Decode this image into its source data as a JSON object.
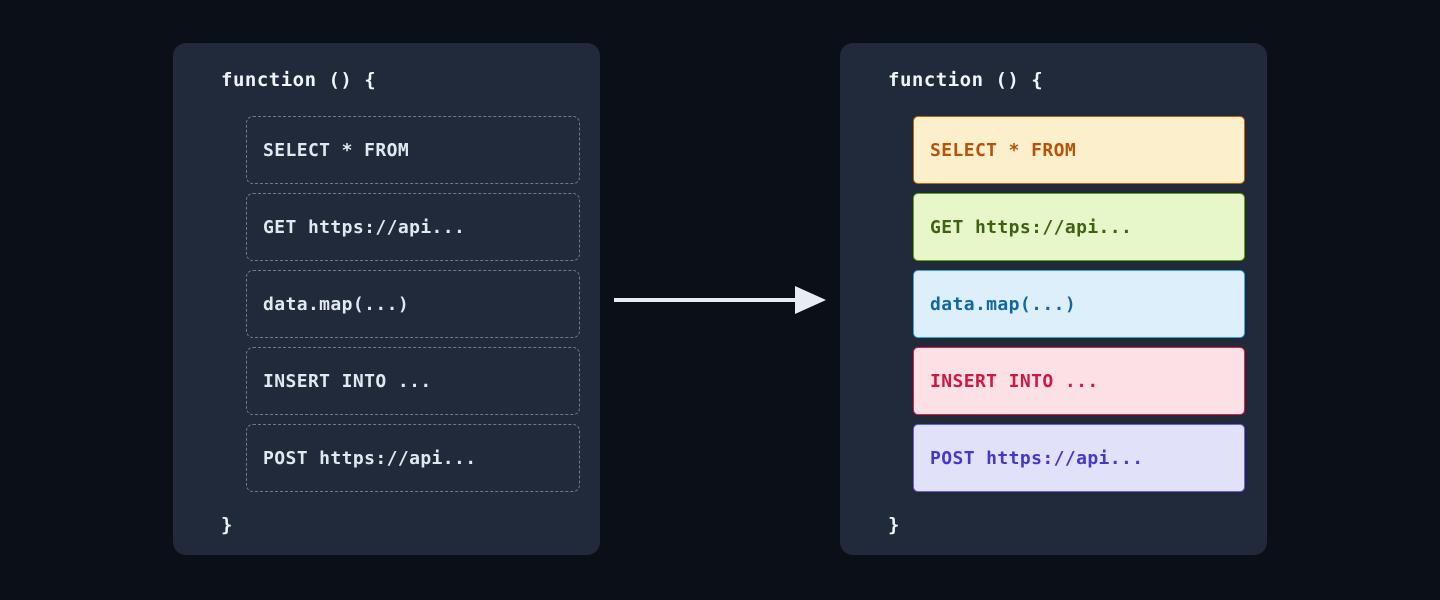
{
  "canvas": {
    "background_color": "#0b0f18",
    "panel_background_color": "#212a3a"
  },
  "before_panel": {
    "name": "before-panel",
    "function_open": "function () {",
    "function_close": "}",
    "statement_border_color": "#6f7a8c",
    "statement_text_color": "#e2e8f0",
    "statements": [
      {
        "label": "SELECT * FROM"
      },
      {
        "label": "GET https://api..."
      },
      {
        "label": "data.map(...)"
      },
      {
        "label": "INSERT INTO ..."
      },
      {
        "label": "POST https://api..."
      }
    ]
  },
  "arrow": {
    "name": "transform-arrow",
    "icon": "arrow-right-icon",
    "color": "#e8edf5"
  },
  "after_panel": {
    "name": "after-panel",
    "function_open": "function () {",
    "function_close": "}",
    "statements": [
      {
        "label": "SELECT * FROM",
        "category": "sql-select",
        "bg": "#fcefcb",
        "fg": "#b45309",
        "border": "#c2650a"
      },
      {
        "label": "GET https://api...",
        "category": "http-get",
        "bg": "#e7f7c9",
        "fg": "#3f6212",
        "border": "#65a30d"
      },
      {
        "label": "data.map(...)",
        "category": "transform",
        "bg": "#dceffb",
        "fg": "#1167a0",
        "border": "#3aa3e0"
      },
      {
        "label": "INSERT INTO ...",
        "category": "sql-insert",
        "bg": "#fbe1e5",
        "fg": "#d01842",
        "border": "#e11d48"
      },
      {
        "label": "POST https://api...",
        "category": "http-post",
        "bg": "#e1e1fa",
        "fg": "#4338ca",
        "border": "#6d5ce0"
      }
    ]
  }
}
